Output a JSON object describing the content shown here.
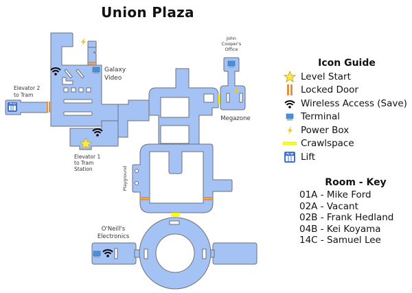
{
  "title": "Union Plaza",
  "map": {
    "colors": {
      "floor": "#a4c2f4",
      "wall": "#6b6f7a",
      "locked_door": "#e69138",
      "crawlspace": "#ffff00",
      "star": "#ffe94a",
      "power": "#f1c232",
      "terminal": "#4a90d9",
      "lift": "#3d6fd1"
    },
    "labels": {
      "galaxy_video_1": "Galaxy",
      "galaxy_video_2": "Video",
      "elevator2_1": "Elevator 2",
      "elevator2_2": "to Tram",
      "elevator1_1": "Elevator 1",
      "elevator1_2": "to Tram",
      "elevator1_3": "Station",
      "john_1": "John",
      "john_2": "Cooper's",
      "john_3": "Office",
      "megazone": "Megazone",
      "playground": "Playground",
      "oneills_1": "O'Neill's",
      "oneills_2": "Electronics"
    }
  },
  "icon_guide": {
    "title": "Icon Guide",
    "items": [
      {
        "icon": "star-icon",
        "label": "Level Start"
      },
      {
        "icon": "locked-door-icon",
        "label": "Locked Door"
      },
      {
        "icon": "wifi-icon",
        "label": "Wireless Access (Save)"
      },
      {
        "icon": "terminal-icon",
        "label": "Terminal"
      },
      {
        "icon": "power-box-icon",
        "label": "Power Box"
      },
      {
        "icon": "crawlspace-icon",
        "label": "Crawlspace"
      },
      {
        "icon": "lift-icon",
        "label": "Lift"
      }
    ]
  },
  "room_key": {
    "title": "Room - Key",
    "items": [
      "01A - Mike Ford",
      "02A - Vacant",
      "02B - Frank Hedland",
      "04B - Kei Koyama",
      "14C - Samuel Lee"
    ]
  }
}
